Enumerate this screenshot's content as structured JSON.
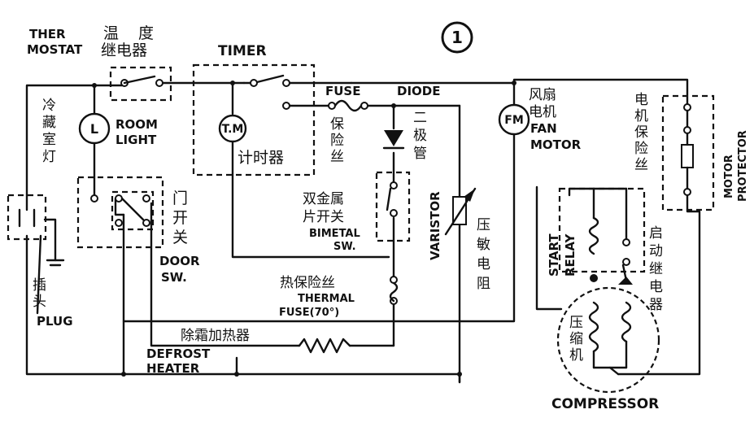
{
  "diagram": {
    "number": "1",
    "thermostat": {
      "en_line1": "THER",
      "en_line2": "MOSTAT",
      "cn_line1": "温度",
      "cn_line2": "继电器"
    },
    "timer": {
      "en": "TIMER",
      "symbol": "T.M",
      "cn": "计时器"
    },
    "fuse": {
      "en": "FUSE",
      "cn_line1": "保",
      "cn_line2": "险",
      "cn_line3": "丝"
    },
    "diode": {
      "en": "DIODE",
      "cn_line1": "二",
      "cn_line2": "极",
      "cn_line3": "管"
    },
    "fan_motor": {
      "symbol": "FM",
      "cn_line1": "风扇",
      "cn_line2": "电机",
      "en_line1": "FAN",
      "en_line2": "MOTOR"
    },
    "motor_protector": {
      "cn_line1": "电",
      "cn_line2": "机",
      "cn_line3": "保",
      "cn_line4": "险",
      "cn_line5": "丝",
      "en_line1": "MOTOR",
      "en_line2": "PROTECTOR"
    },
    "room_light": {
      "symbol": "L",
      "en_line1": "ROOM",
      "en_line2": "LIGHT",
      "cn_line1": "冷",
      "cn_line2": "藏",
      "cn_line3": "室",
      "cn_line4": "灯"
    },
    "door_switch": {
      "cn_line1": "门",
      "cn_line2": "开",
      "cn_line3": "关",
      "en_line1": "DOOR",
      "en_line2": "SW."
    },
    "bimetal": {
      "cn_line1": "双金属",
      "cn_line2": "片开关",
      "en_line1": "BIMETAL",
      "en_line2": "SW."
    },
    "varistor": {
      "en": "VARISTOR",
      "cn_line1": "压",
      "cn_line2": "敏",
      "cn_line3": "电",
      "cn_line4": "阻"
    },
    "thermal_fuse": {
      "cn": "热保险丝",
      "en_line1": "THERMAL",
      "en_line2": "FUSE(70°)"
    },
    "defrost_heater": {
      "cn": "除霜加热器",
      "en_line1": "DEFROST",
      "en_line2": "HEATER"
    },
    "plug": {
      "cn_line1": "插",
      "cn_line2": "头",
      "en": "PLUG"
    },
    "start_relay": {
      "en_line1": "START",
      "en_line2": "RELAY",
      "cn_line1": "启",
      "cn_line2": "动",
      "cn_line3": "继",
      "cn_line4": "电",
      "cn_line5": "器"
    },
    "compressor": {
      "cn_line1": "压",
      "cn_line2": "缩",
      "cn_line3": "机",
      "en": "COMPRESSOR"
    }
  }
}
